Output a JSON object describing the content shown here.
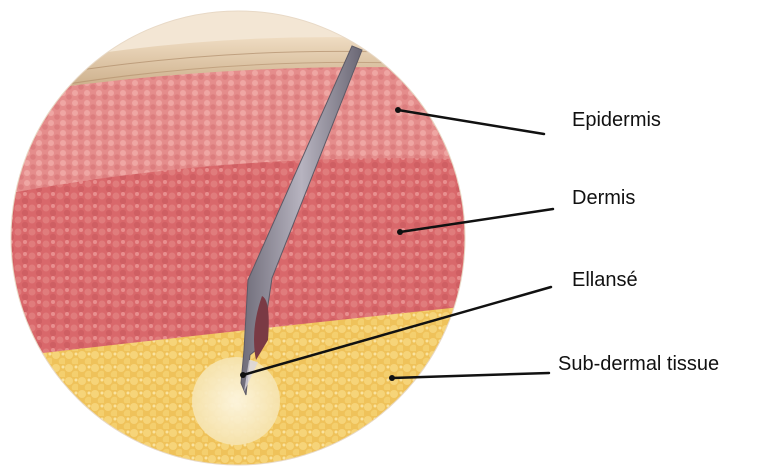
{
  "labels": {
    "epidermis": "Epidermis",
    "dermis": "Dermis",
    "ellanse": "Ellansé",
    "subdermal": "Sub-dermal tissue"
  },
  "colors": {
    "epidermis_top": "#c9a87f",
    "dermis": "#d8686c",
    "dermis_light": "#e58f8f",
    "subdermal": "#f1c863",
    "subdermal_light": "#f8dc8c",
    "implant": "#faf1d6",
    "needle": "#8d8a96",
    "leader_line": "#111111"
  },
  "icons": [
    "needle-icon"
  ]
}
